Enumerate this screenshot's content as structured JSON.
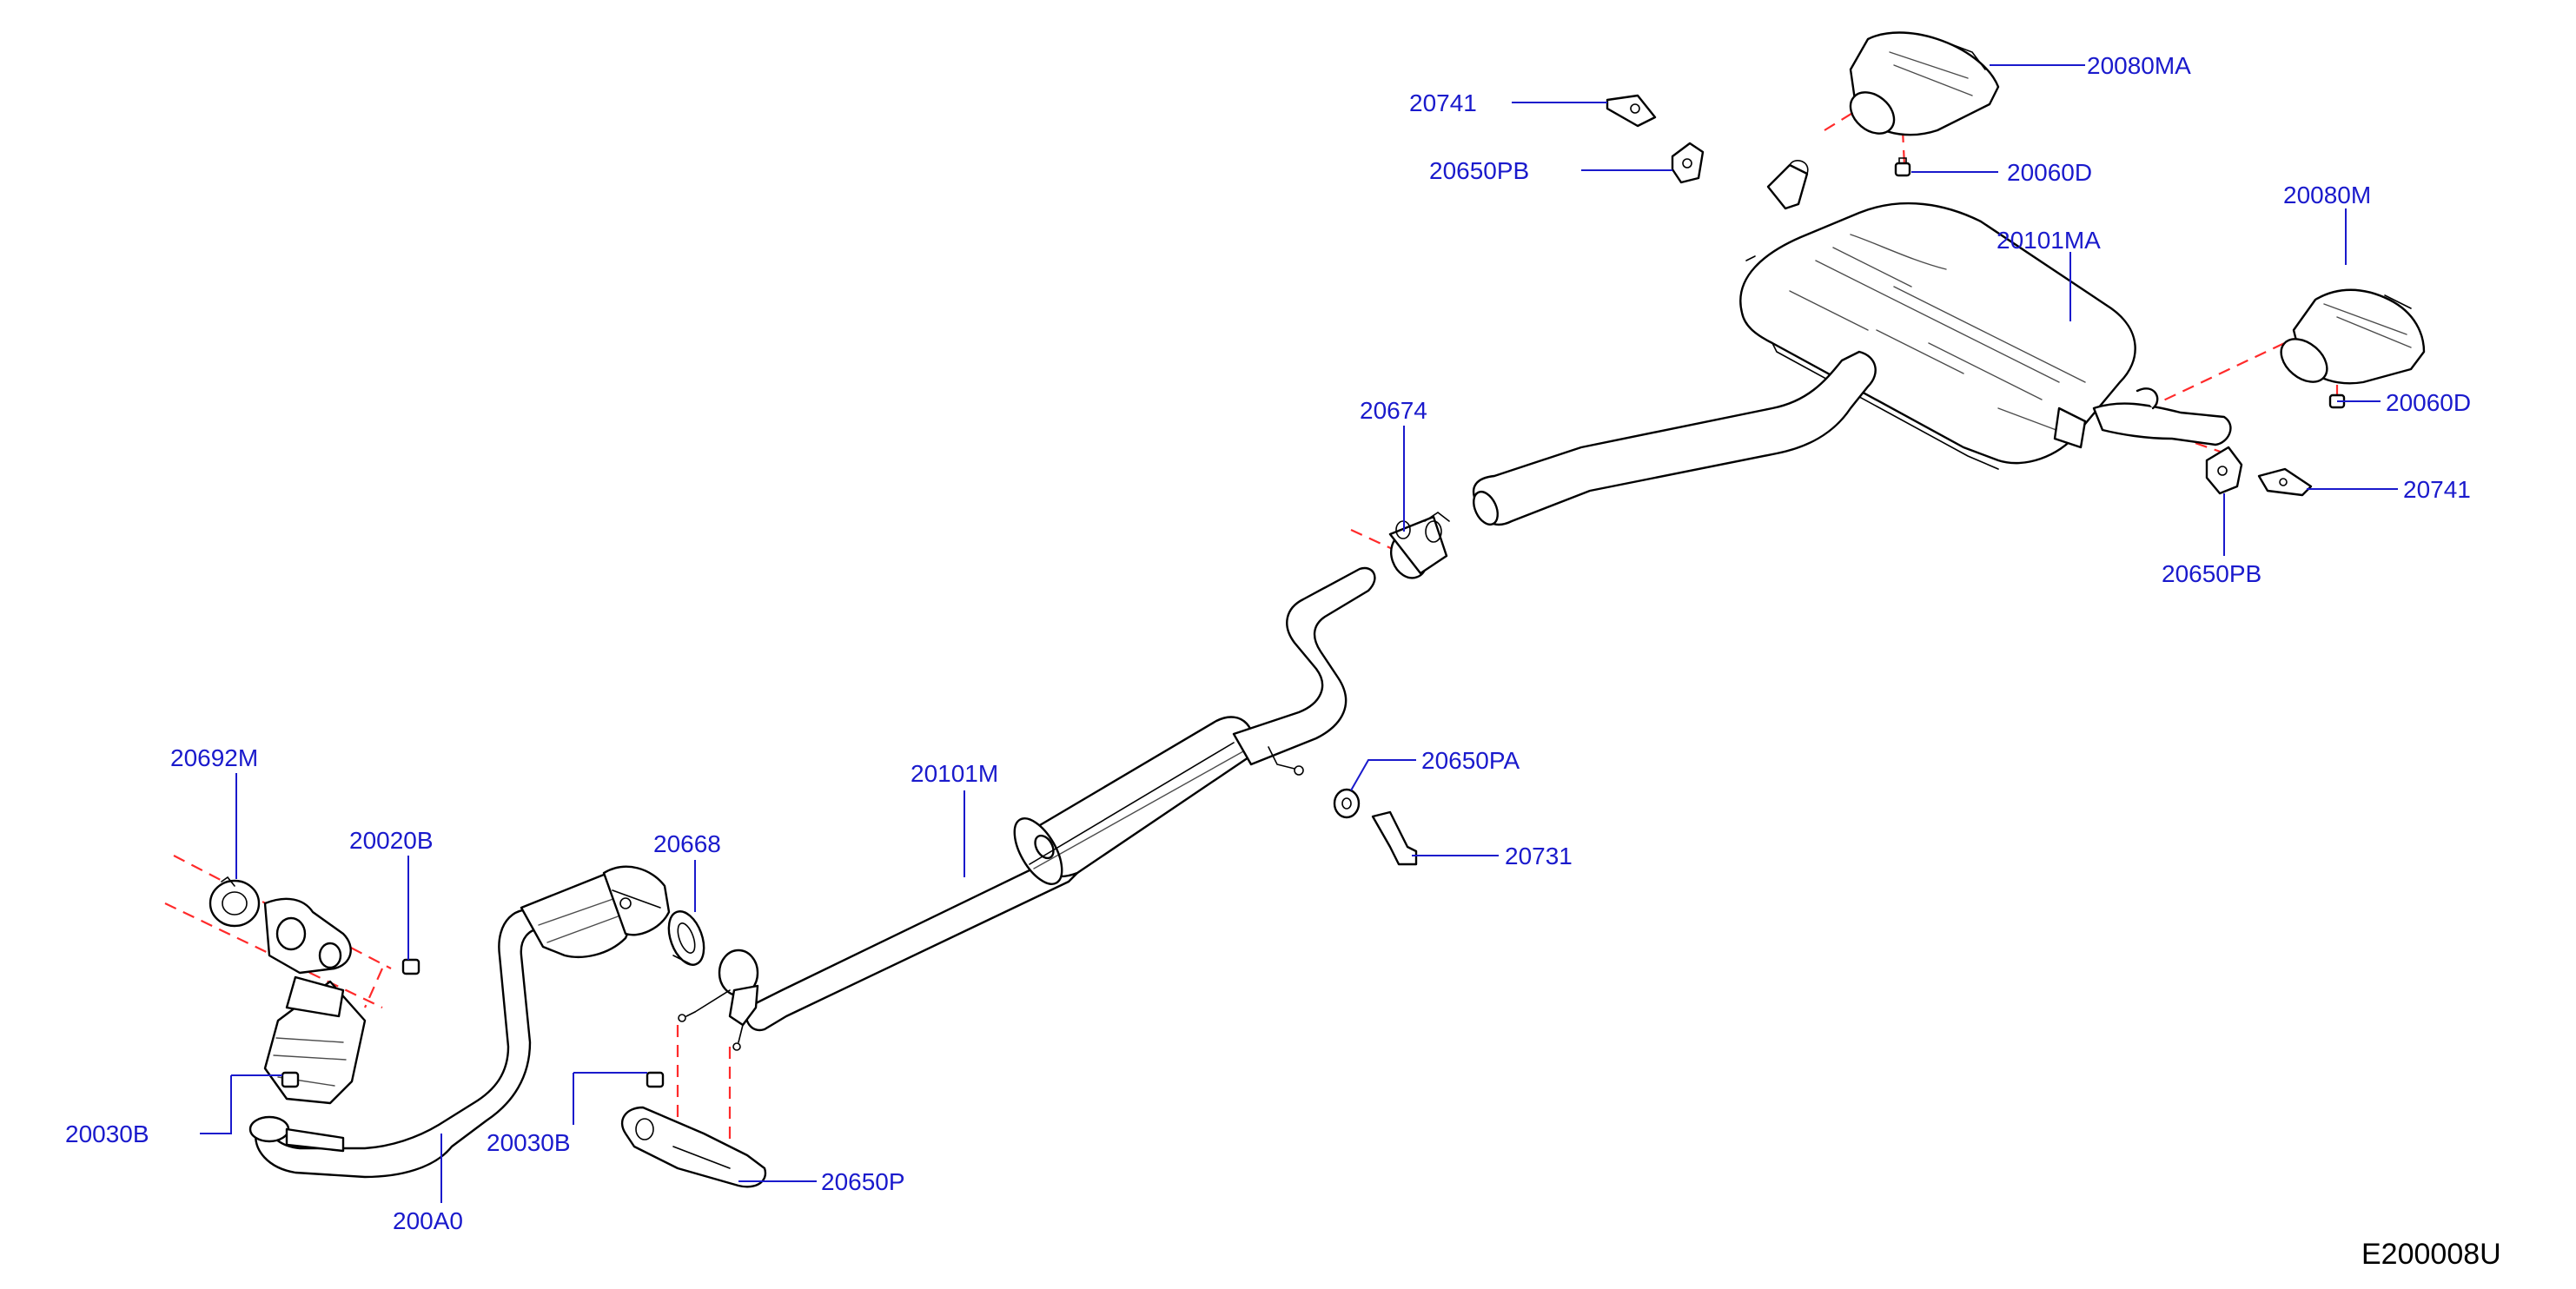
{
  "diagram": {
    "code": "E200008U",
    "labels": [
      "20741",
      "20650PB",
      "20080MA",
      "20060D",
      "20080M",
      "20101MA",
      "20060D",
      "20741",
      "20650PB",
      "20674",
      "20650PA",
      "20731",
      "20101M",
      "20692M",
      "20020B",
      "20668",
      "20030B",
      "20030B",
      "20650P",
      "200A0"
    ]
  },
  "colors": {
    "label": "#1a1acc",
    "leader": "#1a1acc",
    "dashed_guide": "#ff2a2a",
    "part_outline": "#000000"
  }
}
